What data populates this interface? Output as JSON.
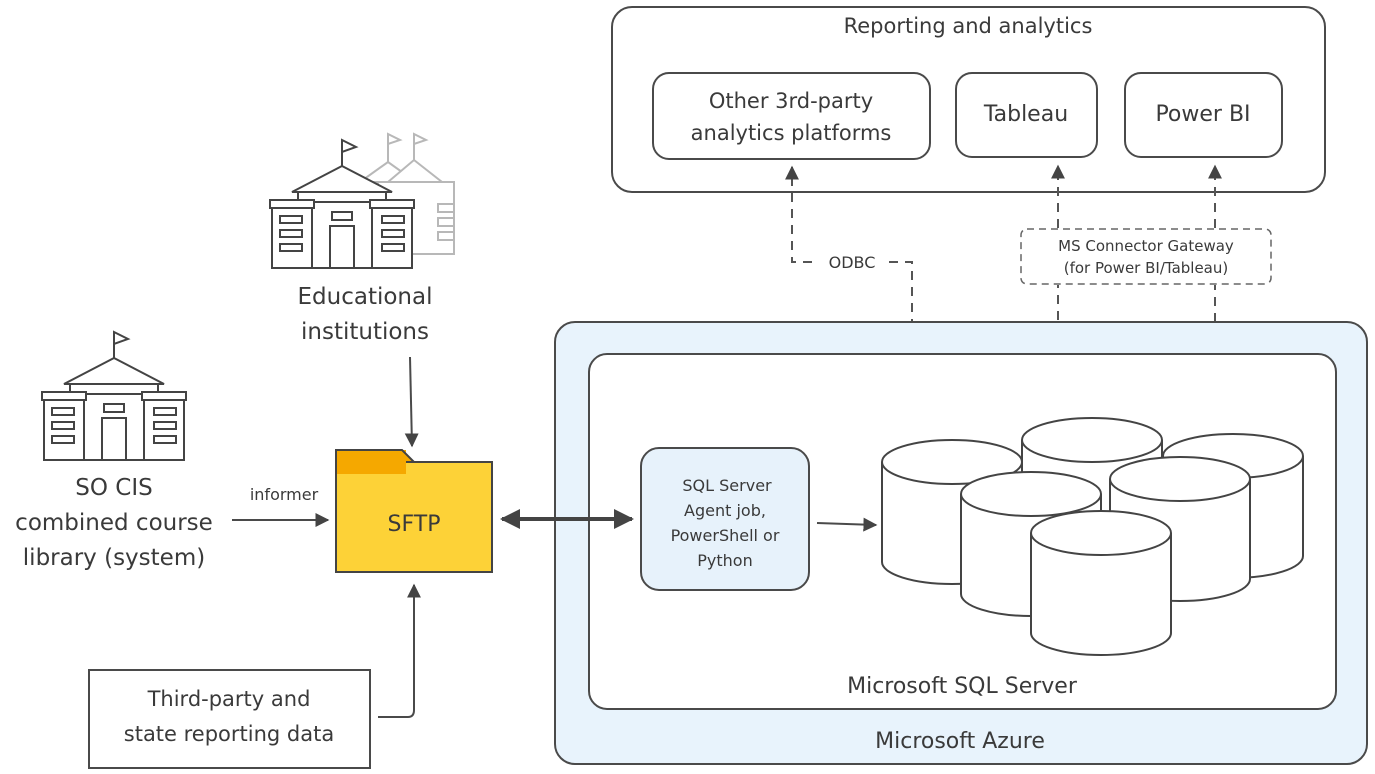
{
  "reporting": {
    "title": "Reporting and analytics",
    "other_platforms_line1": "Other 3rd-party",
    "other_platforms_line2": "analytics platforms",
    "tableau": "Tableau",
    "powerbi": "Power BI"
  },
  "connectors": {
    "odbc": "ODBC",
    "gateway_line1": "MS Connector Gateway",
    "gateway_line2": "(for Power BI/Tableau)",
    "informer": "informer"
  },
  "sources": {
    "edu_line1": "Educational",
    "edu_line2": "institutions",
    "so_line1": "SO CIS",
    "so_line2": "combined course",
    "so_line3": "library (system)",
    "third_line1": "Third-party and",
    "third_line2": "state reporting data"
  },
  "sftp": {
    "label": "SFTP",
    "tab_color": "#f5a800",
    "body_color": "#fdd237"
  },
  "etl": {
    "line1": "SQL Server",
    "line2": "Agent job,",
    "line3": "PowerShell or",
    "line4": "Python",
    "fill_color": "#e7f2fb"
  },
  "azure": {
    "sql_server_label": "Microsoft SQL Server",
    "azure_label": "Microsoft Azure",
    "fill_color": "#e8f3fc"
  },
  "icons": {
    "school": "school-building-icon",
    "database": "database-cylinder-icon"
  }
}
